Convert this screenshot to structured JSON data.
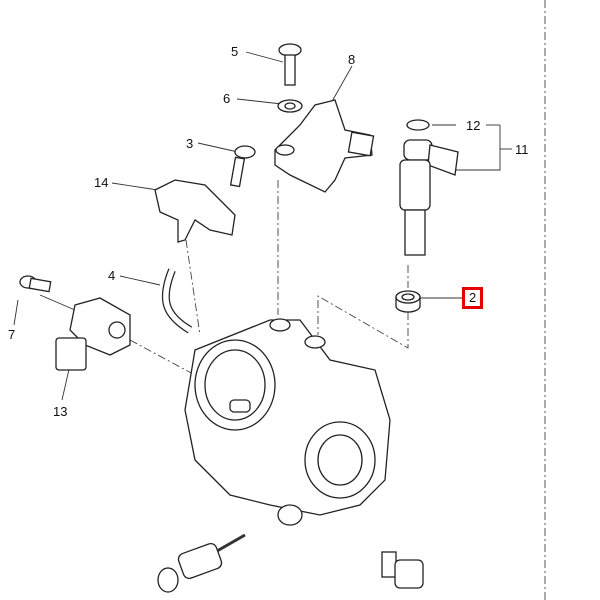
{
  "diagram": {
    "callouts": [
      {
        "id": "5",
        "text": "5"
      },
      {
        "id": "8",
        "text": "8"
      },
      {
        "id": "6",
        "text": "6"
      },
      {
        "id": "3",
        "text": "3"
      },
      {
        "id": "12",
        "text": "12"
      },
      {
        "id": "11",
        "text": "11"
      },
      {
        "id": "14",
        "text": "14"
      },
      {
        "id": "4",
        "text": "4"
      },
      {
        "id": "2",
        "text": "2"
      },
      {
        "id": "7",
        "text": "7"
      },
      {
        "id": "13",
        "text": "13"
      }
    ],
    "highlight_color": "#e60000"
  }
}
